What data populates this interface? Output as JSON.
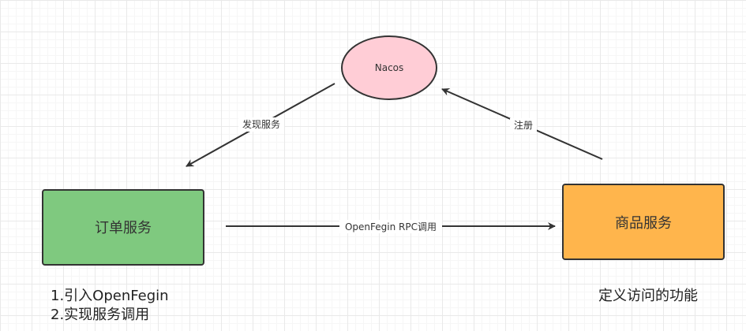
{
  "nodes": {
    "nacos": {
      "label": "Nacos",
      "fill": "#ffcdd6",
      "stroke": "#333333"
    },
    "order_service": {
      "label": "订单服务",
      "fill": "#7fc97f",
      "stroke": "#333333"
    },
    "product_service": {
      "label": "商品服务",
      "fill": "#ffb54c",
      "stroke": "#333333"
    }
  },
  "edges": {
    "discover": {
      "label": "发现服务"
    },
    "register": {
      "label": "注册"
    },
    "rpc_call": {
      "label": "OpenFegin RPC调用"
    }
  },
  "notes": {
    "order": {
      "line1": "1.引入OpenFegin",
      "line2": "2.实现服务调用"
    },
    "product": {
      "line1": "定义访问的功能"
    }
  },
  "colors": {
    "edge": "#333333",
    "grid": "#e9e9e9"
  }
}
